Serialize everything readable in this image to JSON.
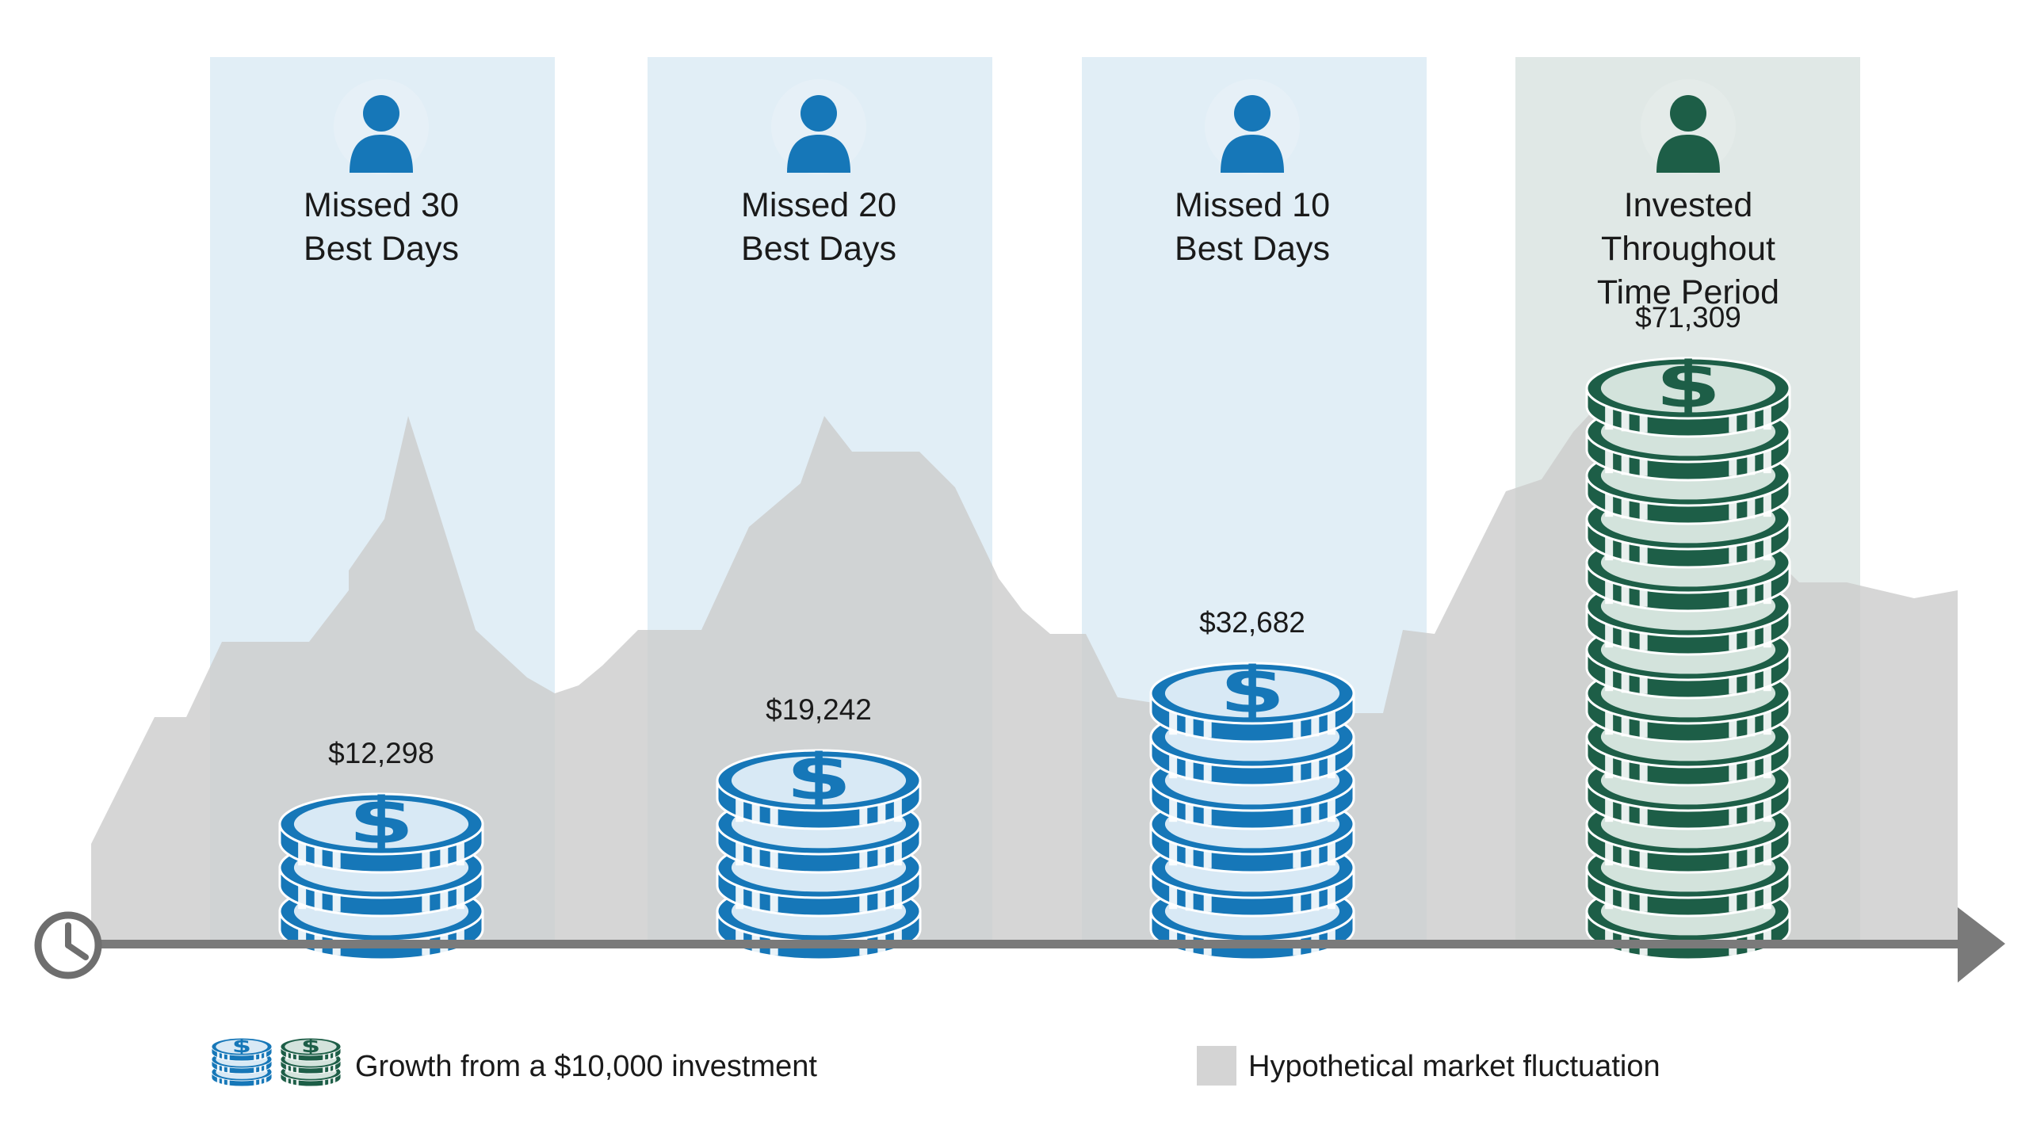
{
  "panels": [
    {
      "id": "missed-30",
      "lines": [
        "Missed 30",
        "Best Days"
      ],
      "amount": "$12,298",
      "coins": 3,
      "theme": "blue"
    },
    {
      "id": "missed-20",
      "lines": [
        "Missed 20",
        "Best Days"
      ],
      "amount": "$19,242",
      "coins": 4,
      "theme": "blue"
    },
    {
      "id": "missed-10",
      "lines": [
        "Missed 10",
        "Best Days"
      ],
      "amount": "$32,682",
      "coins": 6,
      "theme": "blue"
    },
    {
      "id": "invested",
      "lines": [
        "Invested",
        "Throughout",
        "Time Period"
      ],
      "amount": "$71,309",
      "coins": 13,
      "theme": "green"
    }
  ],
  "legend": {
    "coins_label": "Growth from a $10,000 investment",
    "market_label": "Hypothetical market fluctuation"
  },
  "colors": {
    "blue_coin": "#1677b8",
    "blue_coin_light": "#d8e9f5",
    "green_coin": "#1d5e47",
    "green_coin_light": "#d3e3dc",
    "blue_panel": "#e1eef6",
    "green_panel": "#e0e8e6",
    "market_gray": "#d4d4d4",
    "axis_gray": "#7a7a7a"
  },
  "icons": {
    "person": "person-icon",
    "clock": "clock-icon",
    "dollar": "dollar-sign-icon"
  }
}
